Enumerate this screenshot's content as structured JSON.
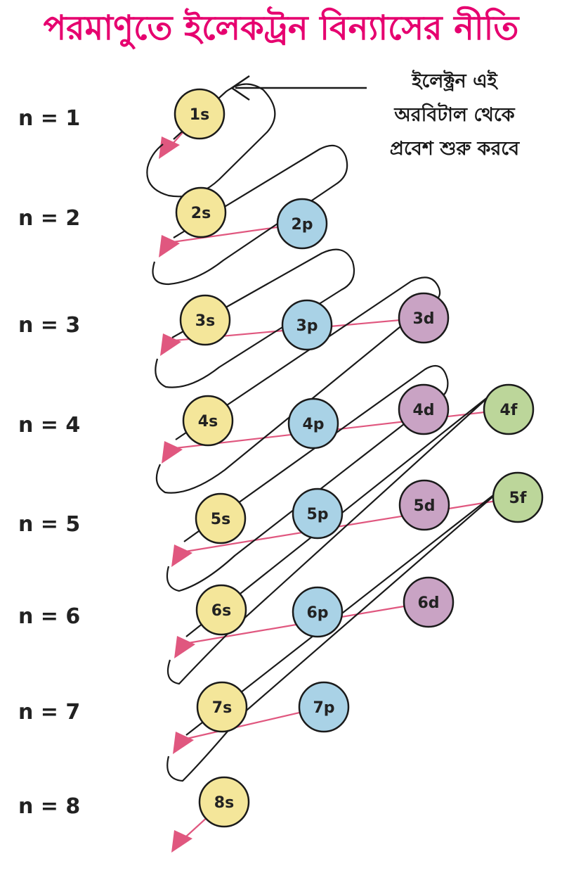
{
  "title": "পরমাণুতে ইলেকট্রন বিন্যাসের নীতি",
  "note": {
    "lines": [
      "ইলেক্ট্রন এই",
      "অরবিটাল থেকে",
      "প্রবেশ শুরু করবে"
    ]
  },
  "shells": [
    "n = 1",
    "n = 2",
    "n = 3",
    "n = 4",
    "n = 5",
    "n = 6",
    "n = 7",
    "n = 8"
  ],
  "colors": {
    "title": "#e6006f",
    "s": "#f4e69a",
    "p": "#a9d2e6",
    "d": "#c9a3c4",
    "f": "#bcd69a",
    "arrow": "#e0577f",
    "path": "#1a1a1a"
  },
  "orbitals": [
    {
      "label": "1s",
      "type": "s"
    },
    {
      "label": "2s",
      "type": "s"
    },
    {
      "label": "2p",
      "type": "p"
    },
    {
      "label": "3s",
      "type": "s"
    },
    {
      "label": "3p",
      "type": "p"
    },
    {
      "label": "3d",
      "type": "d"
    },
    {
      "label": "4s",
      "type": "s"
    },
    {
      "label": "4p",
      "type": "p"
    },
    {
      "label": "4d",
      "type": "d"
    },
    {
      "label": "4f",
      "type": "f"
    },
    {
      "label": "5s",
      "type": "s"
    },
    {
      "label": "5p",
      "type": "p"
    },
    {
      "label": "5d",
      "type": "d"
    },
    {
      "label": "5f",
      "type": "f"
    },
    {
      "label": "6s",
      "type": "s"
    },
    {
      "label": "6p",
      "type": "p"
    },
    {
      "label": "6d",
      "type": "d"
    },
    {
      "label": "7s",
      "type": "s"
    },
    {
      "label": "7p",
      "type": "p"
    },
    {
      "label": "8s",
      "type": "s"
    }
  ]
}
